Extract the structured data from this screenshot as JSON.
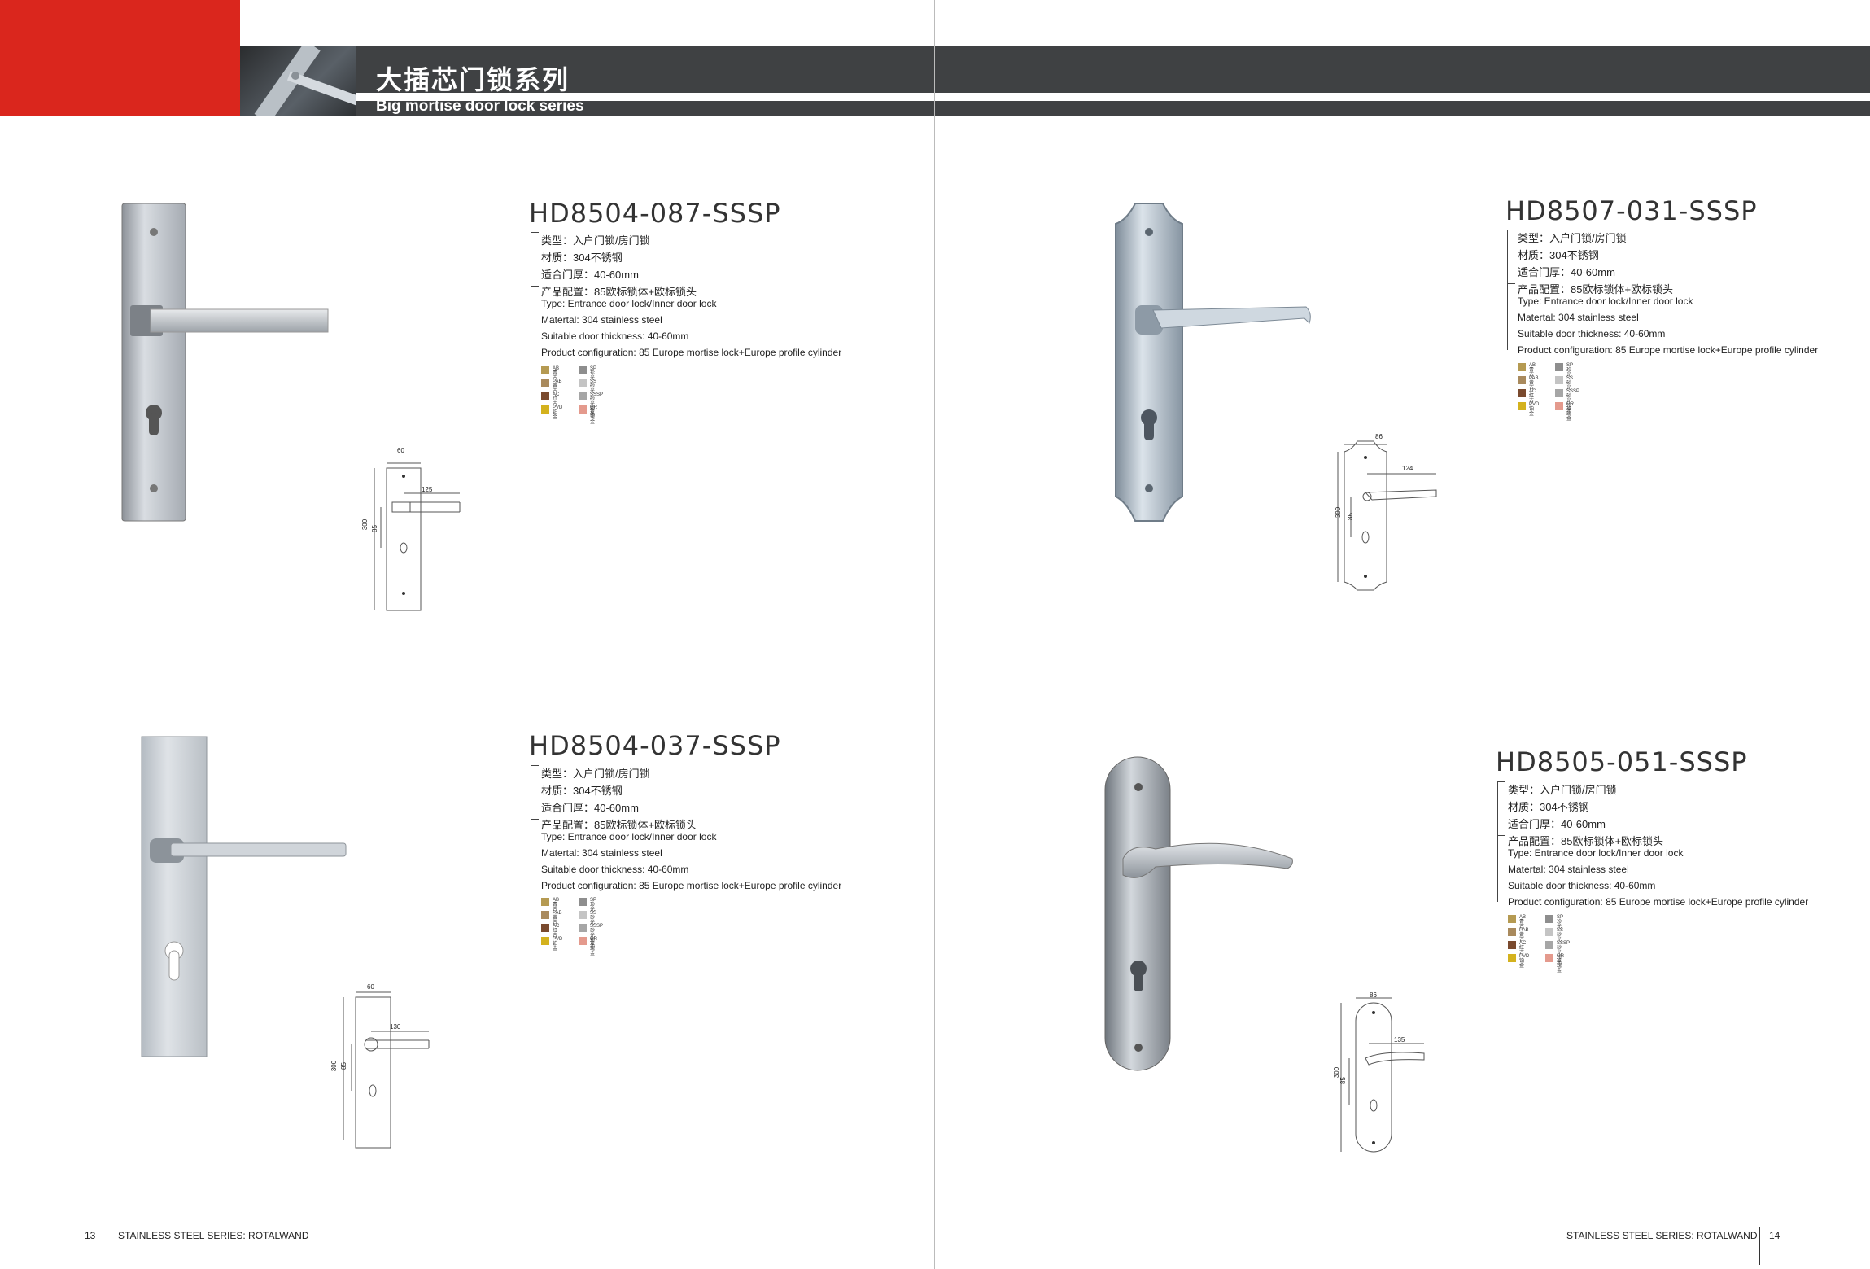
{
  "header": {
    "title_cn": "大插芯门锁系列",
    "title_en": "Big mortise door lock series",
    "accent_color": "#da261d",
    "bar_color": "#3f4143"
  },
  "labels": {
    "type_cn": "类型：入户门锁/房门锁",
    "material_cn": "材质：304不锈钢",
    "thickness_cn": "适合门厚：40-60mm",
    "config_cn": "产品配置：85欧标锁体+欧标锁头",
    "type_en": "Type: Entrance door lock/Inner door lock",
    "material_en": "Matertal: 304 stainless steel",
    "thickness_en": "Suitable door thickness: 40-60mm",
    "config_en": "Product configuration: 85 Europe mortise lock+Europe profile cylinder"
  },
  "finishes": [
    {
      "code": "AB",
      "name": "青古",
      "color": "#b59a52"
    },
    {
      "code": "SP",
      "name": "珍光",
      "color": "#8e8e8e"
    },
    {
      "code": "PAB",
      "name": "黄古",
      "color": "#a98a5d"
    },
    {
      "code": "SS",
      "name": "砂光",
      "color": "#c4c4c4"
    },
    {
      "code": "AC",
      "name": "红古",
      "color": "#7a4a2e"
    },
    {
      "code": "SSSP",
      "name": "砂光珍光",
      "color": "#a6a6a6"
    },
    {
      "code": "PVD",
      "name": "铂金",
      "color": "#d4b21e"
    },
    {
      "code": "GR",
      "name": "玫瑰金",
      "color": "#e49a8d"
    }
  ],
  "products": [
    {
      "model": "HD8504-087-SSSP",
      "dims": {
        "width": "60",
        "length": "125",
        "height": "300",
        "center": "85"
      }
    },
    {
      "model": "HD8504-037-SSSP",
      "dims": {
        "width": "60",
        "length": "130",
        "height": "300",
        "center": "85"
      }
    },
    {
      "model": "HD8507-031-SSSP",
      "dims": {
        "width": "86",
        "length": "124",
        "height": "300",
        "center": "85"
      }
    },
    {
      "model": "HD8505-051-SSSP",
      "dims": {
        "width": "86",
        "length": "135",
        "height": "300",
        "center": "85"
      }
    }
  ],
  "footer": {
    "left_page": "13",
    "left_text": "STAINLESS STEEL SERIES: ROTALWAND",
    "right_text": "STAINLESS STEEL SERIES: ROTALWAND",
    "right_page": "14"
  }
}
